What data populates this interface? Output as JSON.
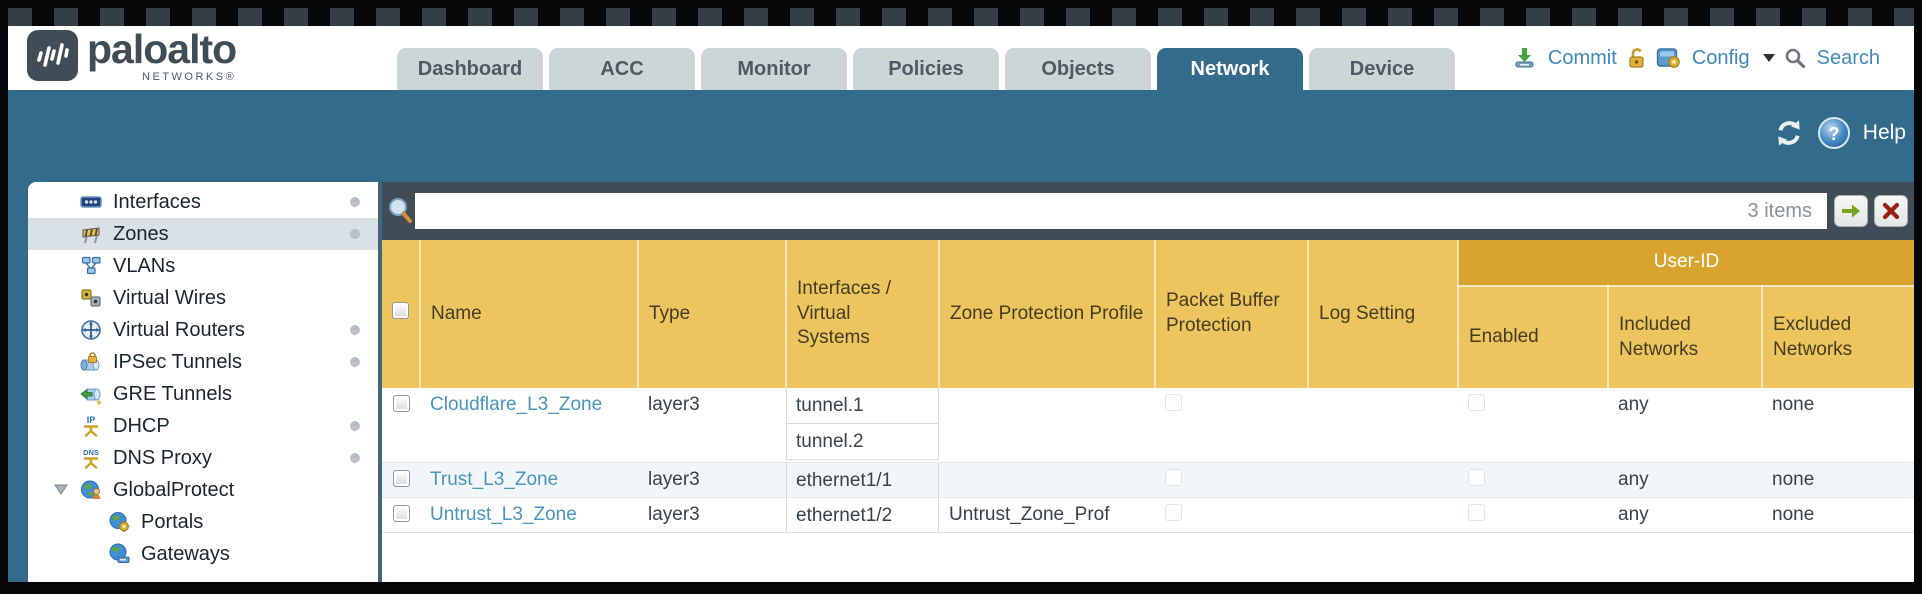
{
  "logo": {
    "brand": "paloalto",
    "subbrand": "NETWORKS®"
  },
  "tabs": [
    {
      "label": "Dashboard",
      "active": false
    },
    {
      "label": "ACC",
      "active": false
    },
    {
      "label": "Monitor",
      "active": false
    },
    {
      "label": "Policies",
      "active": false
    },
    {
      "label": "Objects",
      "active": false
    },
    {
      "label": "Network",
      "active": true
    },
    {
      "label": "Device",
      "active": false
    }
  ],
  "actions": {
    "commit": "Commit",
    "config": "Config",
    "search": "Search"
  },
  "toolbar": {
    "help": "Help"
  },
  "sidebar": {
    "items": [
      {
        "label": "Interfaces",
        "icon": "interfaces-icon",
        "dot": true,
        "selected": false
      },
      {
        "label": "Zones",
        "icon": "zones-icon",
        "dot": true,
        "selected": true
      },
      {
        "label": "VLANs",
        "icon": "vlans-icon",
        "dot": false,
        "selected": false
      },
      {
        "label": "Virtual Wires",
        "icon": "virtual-wires-icon",
        "dot": false,
        "selected": false
      },
      {
        "label": "Virtual Routers",
        "icon": "virtual-routers-icon",
        "dot": true,
        "selected": false
      },
      {
        "label": "IPSec Tunnels",
        "icon": "ipsec-tunnels-icon",
        "dot": true,
        "selected": false
      },
      {
        "label": "GRE Tunnels",
        "icon": "gre-tunnels-icon",
        "dot": false,
        "selected": false
      },
      {
        "label": "DHCP",
        "icon": "dhcp-icon",
        "dot": true,
        "selected": false
      },
      {
        "label": "DNS Proxy",
        "icon": "dns-proxy-icon",
        "dot": true,
        "selected": false
      },
      {
        "label": "GlobalProtect",
        "icon": "globalprotect-icon",
        "dot": false,
        "selected": false,
        "expanded": true
      },
      {
        "label": "Portals",
        "icon": "portals-icon",
        "dot": false,
        "selected": false,
        "child": true
      },
      {
        "label": "Gateways",
        "icon": "gateways-icon",
        "dot": false,
        "selected": false,
        "child": true
      }
    ]
  },
  "filter": {
    "value": "",
    "count": "3 items"
  },
  "table": {
    "headers": {
      "name": "Name",
      "type": "Type",
      "interfaces": "Interfaces / Virtual Systems",
      "zone_protection": "Zone Protection Profile",
      "packet_buffer": "Packet Buffer Protection",
      "log_setting": "Log Setting",
      "group": "User-ID",
      "enabled": "Enabled",
      "included": "Included Networks",
      "excluded": "Excluded Networks"
    },
    "rows": [
      {
        "name": "Cloudflare_L3_Zone",
        "type": "layer3",
        "interfaces": [
          "tunnel.1",
          "tunnel.2"
        ],
        "zone_protection": "",
        "log_setting": "",
        "included": "any",
        "excluded": "none"
      },
      {
        "name": "Trust_L3_Zone",
        "type": "layer3",
        "interfaces": [
          "ethernet1/1"
        ],
        "zone_protection": "",
        "log_setting": "",
        "included": "any",
        "excluded": "none"
      },
      {
        "name": "Untrust_L3_Zone",
        "type": "layer3",
        "interfaces": [
          "ethernet1/2"
        ],
        "zone_protection": "Untrust_Zone_Prof",
        "log_setting": "",
        "included": "any",
        "excluded": "none"
      }
    ]
  },
  "colors": {
    "accent_teal": "#336b8d",
    "header_gold": "#ecc55e",
    "group_gold": "#d9a42d",
    "link_blue": "#4796bd",
    "filter_slate": "#404d57"
  }
}
